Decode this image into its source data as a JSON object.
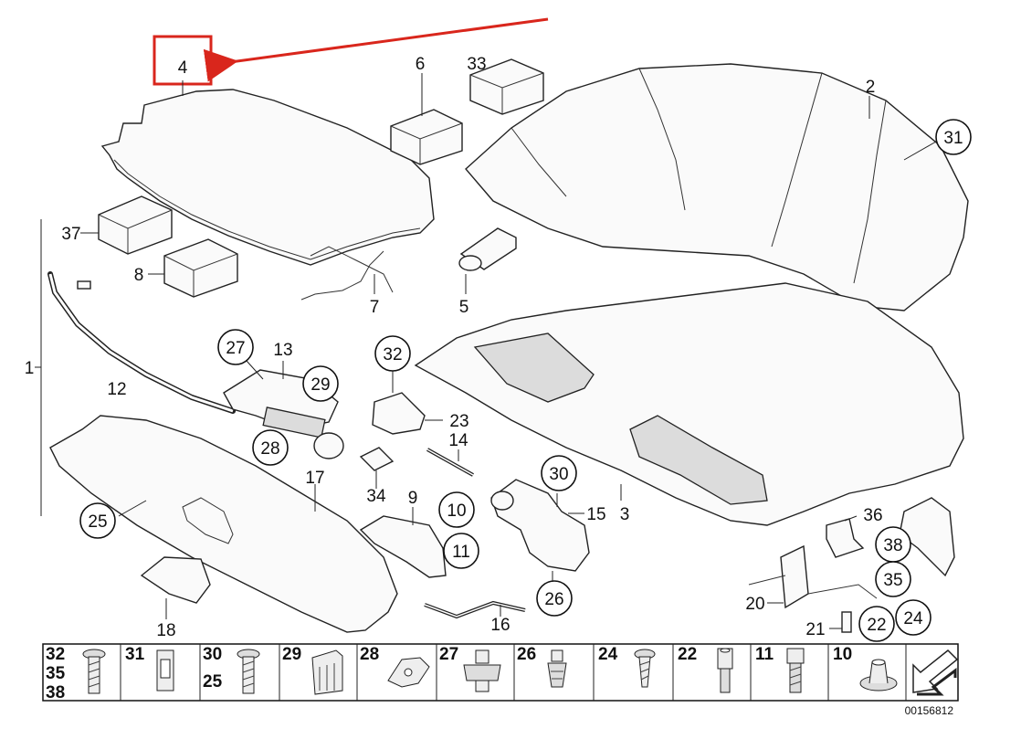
{
  "diagram": {
    "reference_code": "00156812",
    "highlight_color": "#d9261c",
    "highlighted_callout": "4",
    "callouts": {
      "c1": "1",
      "c2": "2",
      "c3": "3",
      "c4": "4",
      "c5": "5",
      "c6": "6",
      "c7": "7",
      "c8": "8",
      "c9": "9",
      "c10": "10",
      "c11": "11",
      "c12": "12",
      "c13": "13",
      "c14": "14",
      "c15": "15",
      "c16": "16",
      "c17": "17",
      "c18": "18",
      "c20": "20",
      "c21": "21",
      "c22": "22",
      "c23": "23",
      "c24": "24",
      "c25": "25",
      "c26": "26",
      "c27": "27",
      "c28": "28",
      "c29": "29",
      "c30": "30",
      "c31": "31",
      "c32": "32",
      "c33": "33",
      "c34": "34",
      "c35": "35",
      "c36": "36",
      "c37": "37",
      "c38": "38"
    },
    "fastener_strip": [
      {
        "labels": [
          "32",
          "35",
          "38"
        ],
        "icon": "screw-icon"
      },
      {
        "labels": [
          "31"
        ],
        "icon": "clip-icon"
      },
      {
        "labels": [
          "30",
          "25"
        ],
        "icon": "screw-icon"
      },
      {
        "labels": [
          "29"
        ],
        "icon": "clip-icon"
      },
      {
        "labels": [
          "28"
        ],
        "icon": "clip-icon"
      },
      {
        "labels": [
          "27"
        ],
        "icon": "nut-icon"
      },
      {
        "labels": [
          "26"
        ],
        "icon": "rivet-icon"
      },
      {
        "labels": [
          "24"
        ],
        "icon": "screw-icon"
      },
      {
        "labels": [
          "22"
        ],
        "icon": "bolt-icon"
      },
      {
        "labels": [
          "11"
        ],
        "icon": "bolt-icon"
      },
      {
        "labels": [
          "10"
        ],
        "icon": "grommet-icon"
      }
    ]
  }
}
